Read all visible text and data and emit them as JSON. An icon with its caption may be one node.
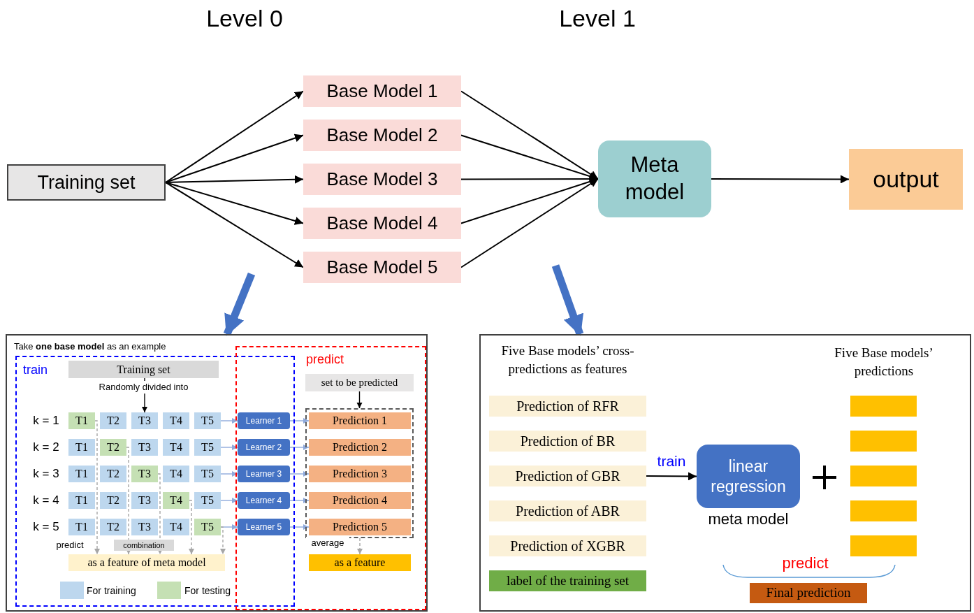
{
  "diagram": {
    "nodes": [
      {
        "text": [
          "Training set"
        ]
      },
      {
        "text": [
          "Base Model 1"
        ]
      },
      {
        "text": [
          "Base Model 2"
        ]
      },
      {
        "text": [
          "Base Model 3"
        ]
      },
      {
        "text": [
          "Base Model 4"
        ]
      },
      {
        "text": [
          "Base Model 5"
        ]
      },
      {
        "text": [
          "Meta model"
        ]
      },
      {
        "text": [
          "output"
        ]
      },
      {
        "text": [
          "Take **one base model** as an example"
        ]
      },
      {
        "text": [
          "train"
        ],
        "in": 8
      },
      {
        "text": [
          "predict"
        ],
        "in": 8
      },
      {
        "text": [
          "Training set"
        ],
        "in": 9
      },
      {
        "text": [
          "T1"
        ],
        "in": 9
      },
      {
        "text": [
          "T2"
        ],
        "in": 9
      },
      {
        "text": [
          "T3"
        ],
        "in": 9
      },
      {
        "text": [
          "T4"
        ],
        "in": 9
      },
      {
        "text": [
          "T5"
        ],
        "in": 9
      },
      {
        "text": [
          "T1"
        ],
        "in": 9
      },
      {
        "text": [
          "T2"
        ],
        "in": 9
      },
      {
        "text": [
          "T3"
        ],
        "in": 9
      },
      {
        "text": [
          "T4"
        ],
        "in": 9
      },
      {
        "text": [
          "T5"
        ],
        "in": 9
      },
      {
        "text": [
          "T1"
        ],
        "in": 9
      },
      {
        "text": [
          "T2"
        ],
        "in": 9
      },
      {
        "text": [
          "T3"
        ],
        "in": 9
      },
      {
        "text": [
          "T4"
        ],
        "in": 9
      },
      {
        "text": [
          "T5"
        ],
        "in": 9
      },
      {
        "text": [
          "T1"
        ],
        "in": 9
      },
      {
        "text": [
          "T2"
        ],
        "in": 9
      },
      {
        "text": [
          "T3"
        ],
        "in": 9
      },
      {
        "text": [
          "T4"
        ],
        "in": 9
      },
      {
        "text": [
          "T5"
        ],
        "in": 9
      },
      {
        "text": [
          "T1"
        ],
        "in": 9
      },
      {
        "text": [
          "T2"
        ],
        "in": 9
      },
      {
        "text": [
          "T3"
        ],
        "in": 9
      },
      {
        "text": [
          "T4"
        ],
        "in": 9
      },
      {
        "text": [
          "T5"
        ],
        "in": 9
      },
      {
        "text": [
          "Learner 1"
        ]
      },
      {
        "text": [
          "Learner 2"
        ]
      },
      {
        "text": [
          "Learner 3"
        ]
      },
      {
        "text": [
          "Learner 4"
        ]
      },
      {
        "text": [
          "Learner 5"
        ]
      },
      {
        "text": [
          "as a feature of meta model"
        ],
        "in": 9
      },
      {
        "text": [
          "set to be predicted"
        ],
        "in": 10
      },
      {
        "text": [],
        "shape": "box",
        "in": 10
      },
      {
        "text": [
          "Prediction 1"
        ],
        "in": 44
      },
      {
        "text": [
          "Prediction 2"
        ],
        "in": 44
      },
      {
        "text": [
          "Prediction 3"
        ],
        "in": 44
      },
      {
        "text": [
          "Prediction 4"
        ],
        "in": 44
      },
      {
        "text": [
          "Prediction 5"
        ],
        "in": 44
      },
      {
        "text": [
          "as a feature"
        ],
        "in": 10
      },
      {
        "text": [],
        "shape": "box"
      },
      {
        "text": [
          "Prediction of RFR"
        ],
        "in": 51
      },
      {
        "text": [
          "Prediction of BR"
        ],
        "in": 51
      },
      {
        "text": [
          "Prediction of GBR"
        ],
        "in": 51
      },
      {
        "text": [
          "Prediction of ABR"
        ],
        "in": 51
      },
      {
        "text": [
          "Prediction of XGBR"
        ],
        "in": 51
      },
      {
        "text": [
          "label of the training set"
        ],
        "in": 51
      },
      {
        "text": [
          "linear regression"
        ],
        "beside": [
          "meta model"
        ],
        "in": 51
      },
      {
        "text": [],
        "shape": "box",
        "in": 51
      },
      {
        "text": [],
        "shape": "box",
        "in": 51
      },
      {
        "text": [],
        "shape": "box",
        "in": 51
      },
      {
        "text": [],
        "shape": "box",
        "in": 51
      },
      {
        "text": [],
        "shape": "box",
        "in": 51
      },
      {
        "text": [
          "Final prediction"
        ],
        "in": 51
      }
    ],
    "edges": [
      {
        "from": 0,
        "to": 1,
        "arrow": "to"
      },
      {
        "from": 0,
        "to": 2,
        "arrow": "to"
      },
      {
        "from": 0,
        "to": 3,
        "arrow": "to"
      },
      {
        "from": 0,
        "to": 4,
        "arrow": "to"
      },
      {
        "from": 0,
        "to": 5,
        "arrow": "to"
      },
      {
        "from": 1,
        "to": 6,
        "arrow": "to"
      },
      {
        "from": 2,
        "to": 6,
        "arrow": "to"
      },
      {
        "from": 3,
        "to": 6,
        "arrow": "to"
      },
      {
        "from": 4,
        "to": 6,
        "arrow": "to"
      },
      {
        "from": 5,
        "to": 6,
        "arrow": "to"
      },
      {
        "from": 6,
        "to": 7,
        "arrow": "to"
      },
      {
        "from": 11,
        "to": 14,
        "arrow": "to",
        "label": "Randomly divided into"
      },
      {
        "from": 16,
        "to": 37,
        "arrow": "to",
        "color": "#8faadc"
      },
      {
        "from": 21,
        "to": 38,
        "arrow": "to",
        "color": "#8faadc"
      },
      {
        "from": 26,
        "to": 39,
        "arrow": "to",
        "color": "#8faadc"
      },
      {
        "from": 31,
        "to": 40,
        "arrow": "to",
        "color": "#8faadc"
      },
      {
        "from": 36,
        "to": 41,
        "arrow": "to",
        "color": "#8faadc"
      },
      {
        "from": 37,
        "to": 45,
        "arrow": "to",
        "color": "#8faadc"
      },
      {
        "from": 38,
        "to": 46,
        "arrow": "to",
        "color": "#8faadc"
      },
      {
        "from": 39,
        "to": 47,
        "arrow": "to",
        "color": "#8faadc"
      },
      {
        "from": 40,
        "to": 48,
        "arrow": "to",
        "color": "#8faadc"
      },
      {
        "from": 41,
        "to": 49,
        "arrow": "to",
        "color": "#8faadc"
      },
      {
        "from": 12,
        "to": 42,
        "arrow": "to",
        "style": "dashed",
        "color": "#a6a6a6"
      },
      {
        "from": 18,
        "to": 42,
        "arrow": "to",
        "style": "dashed",
        "color": "#a6a6a6"
      },
      {
        "from": 24,
        "to": 42,
        "arrow": "to",
        "style": "dashed",
        "color": "#a6a6a6"
      },
      {
        "from": 30,
        "to": 42,
        "arrow": "to",
        "style": "dashed",
        "color": "#a6a6a6"
      },
      {
        "from": 36,
        "to": 42,
        "arrow": "to",
        "style": "dashed",
        "color": "#a6a6a6"
      },
      {
        "from": 43,
        "to": 44,
        "arrow": "to"
      },
      {
        "from": 44,
        "to": 50,
        "arrow": "to",
        "style": "dashed",
        "color": "#a6a6a6",
        "label": "average"
      },
      {
        "from": 54,
        "to": 58,
        "arrow": "to",
        "label": "train"
      },
      {
        "from": null,
        "to": 8,
        "arrow": "to",
        "style": "thick",
        "color": "#4472c4"
      },
      {
        "from": null,
        "to": 51,
        "arrow": "to",
        "style": "thick",
        "color": "#4472c4"
      }
    ],
    "labels": [
      "Level 0",
      "Level 1",
      "k = 1",
      "k = 2",
      "k = 3",
      "k = 4",
      "k = 5",
      "predict",
      "combination",
      "Five Base models’ cross-predictions as features",
      "Five Base models’ predictions",
      "predict"
    ],
    "legend": [
      {
        "text": "For training",
        "color": "#bdd7ee"
      },
      {
        "text": "For testing",
        "color": "#c5e0b4"
      }
    ]
  }
}
